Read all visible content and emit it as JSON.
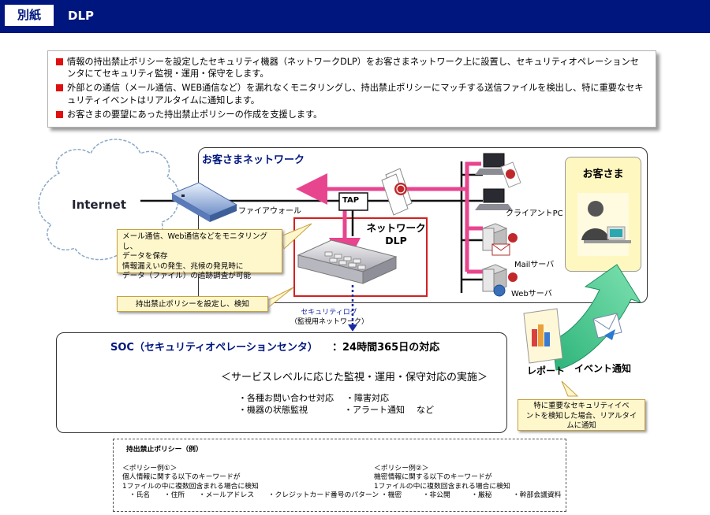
{
  "header": {
    "tag": "別紙",
    "title": "DLP"
  },
  "summary": {
    "bullets": [
      "情報の持出禁止ポリシーを設定したセキュリティ機器（ネットワークDLP）をお客さまネットワーク上に設置し、セキュリティオペレーションセンタにてセキュリティ監視・運用・保守をします。",
      "外部との通信（メール通信、WEB通信など）を漏れなくモニタリングし、持出禁止ポリシーにマッチする送信ファイルを検出し、特に重要なセキュリティイベントはリアルタイムに通知します。",
      "お客さまの要望にあった持出禁止ポリシーの作成を支援します。"
    ]
  },
  "diagram": {
    "internet": "Internet",
    "network_label": "お客さまネットワーク",
    "firewall": "ファイアウォール",
    "tap": "TAP",
    "dlp_label_1": "ネットワーク",
    "dlp_label_2": "DLP",
    "client_pc": "クライアントPC",
    "mail_server": "Mailサーバ",
    "web_server": "Webサーバ",
    "security_log_1": "セキュリティログ",
    "security_log_2": "（監視用ネットワーク）",
    "customer": "お客さま",
    "report": "レポート",
    "event_notify": "イベント通知",
    "callout_monitor": [
      "メール通信、Web通信などをモニタリングし、",
      "データを保存",
      "情報漏えいの発生、兆候の発見時に",
      "データ（ファイル）の追跡調査が可能"
    ],
    "callout_policy": "持出禁止ポリシーを設定し、検知",
    "callout_notify": [
      "特に重要なセキュリティイベ",
      "ントを検知した場合、リアルタイ",
      "ムに通知"
    ]
  },
  "soc": {
    "title": "SOC（セキュリティオペレーションセンタ）",
    "subtitle": "：24時間365日の対応",
    "service": "＜サービスレベルに応じた監視・運用・保守対応の実施＞",
    "items": [
      "・各種お問い合わせ対応",
      "・障害対応",
      "・機器の状態監視",
      "・アラート通知",
      "など"
    ]
  },
  "policy": {
    "title": "持出禁止ポリシー（例）",
    "example1": {
      "heading": "＜ポリシー例①＞",
      "lines": [
        "個人情報に関する以下のキーワードが",
        "1ファイルの中に複数回含まれる場合に検知"
      ],
      "keywords": "　・氏名　　・住所　　・メールアドレス　　・クレジットカード番号のパターン"
    },
    "example2": {
      "heading": "＜ポリシー例②＞",
      "lines": [
        "機密情報に関する以下のキーワードが",
        "1ファイルの中に複数回含まれる場合に検知"
      ],
      "keywords": "　・機密　　　・非公開　　　・厳秘　　　・幹部会議資料"
    }
  },
  "colors": {
    "header_bg": "#00167f",
    "accent_red": "#e01010",
    "flow_pink": "#e8458f",
    "callout_bg": "#fff7cc",
    "arrow_green": "#38c98a"
  }
}
